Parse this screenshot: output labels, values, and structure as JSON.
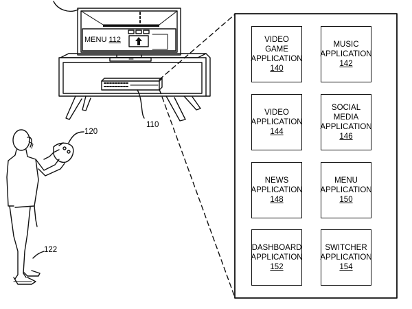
{
  "tv_menu": {
    "label": "MENU",
    "ref": "112"
  },
  "refs": {
    "console": "110",
    "controller": "120",
    "user": "122"
  },
  "panel": {
    "applications": [
      {
        "name_line1": "VIDEO GAME",
        "name_line2": "APPLICATION",
        "ref": "140"
      },
      {
        "name_line1": "MUSIC",
        "name_line2": "APPLICATION",
        "ref": "142"
      },
      {
        "name_line1": "VIDEO",
        "name_line2": "APPLICATION",
        "ref": "144"
      },
      {
        "name_line1": "SOCIAL MEDIA",
        "name_line2": "APPLICATION",
        "ref": "146"
      },
      {
        "name_line1": "NEWS",
        "name_line2": "APPLICATION",
        "ref": "148"
      },
      {
        "name_line1": "MENU",
        "name_line2": "APPLICATION",
        "ref": "150"
      },
      {
        "name_line1": "DASHBOARD",
        "name_line2": "APPLICATION",
        "ref": "152"
      },
      {
        "name_line1": "SWITCHER",
        "name_line2": "APPLICATION",
        "ref": "154"
      }
    ]
  }
}
